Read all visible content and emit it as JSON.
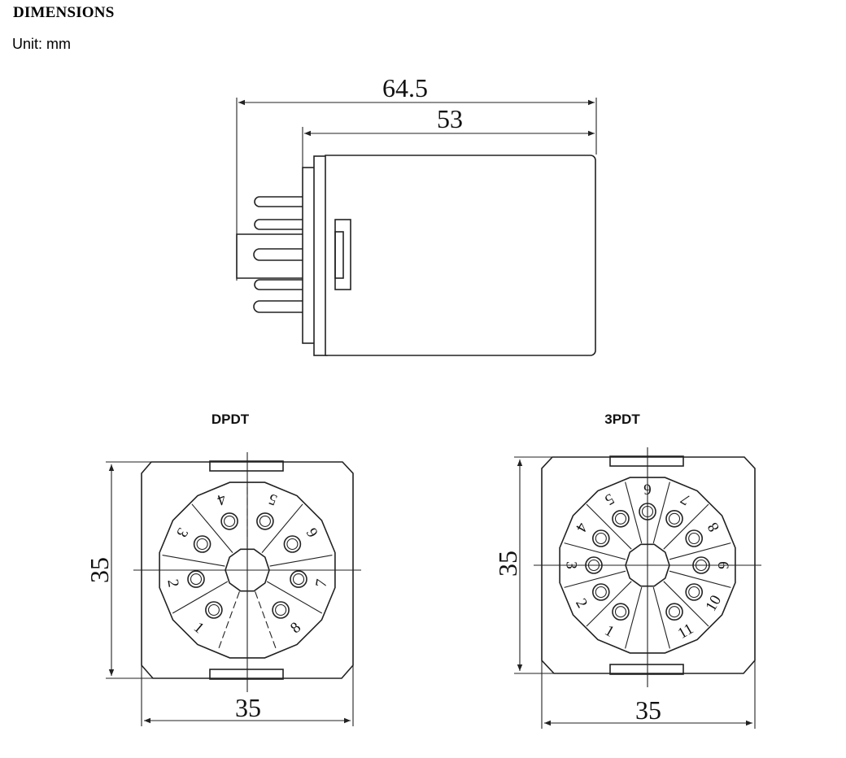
{
  "title": "DIMENSIONS",
  "unit_label": "Unit: mm",
  "side_view": {
    "overall_length": "64.5",
    "body_length": "53"
  },
  "dpdt": {
    "label": "DPDT",
    "height": "35",
    "width": "35",
    "pins": [
      "1",
      "2",
      "3",
      "4",
      "5",
      "6",
      "7",
      "8"
    ]
  },
  "tpdt": {
    "label": "3PDT",
    "height": "35",
    "width": "35",
    "pins": [
      "1",
      "2",
      "3",
      "4",
      "5",
      "6",
      "7",
      "8",
      "9",
      "10",
      "11"
    ]
  },
  "colors": {
    "line": "#222222",
    "background": "#ffffff"
  }
}
